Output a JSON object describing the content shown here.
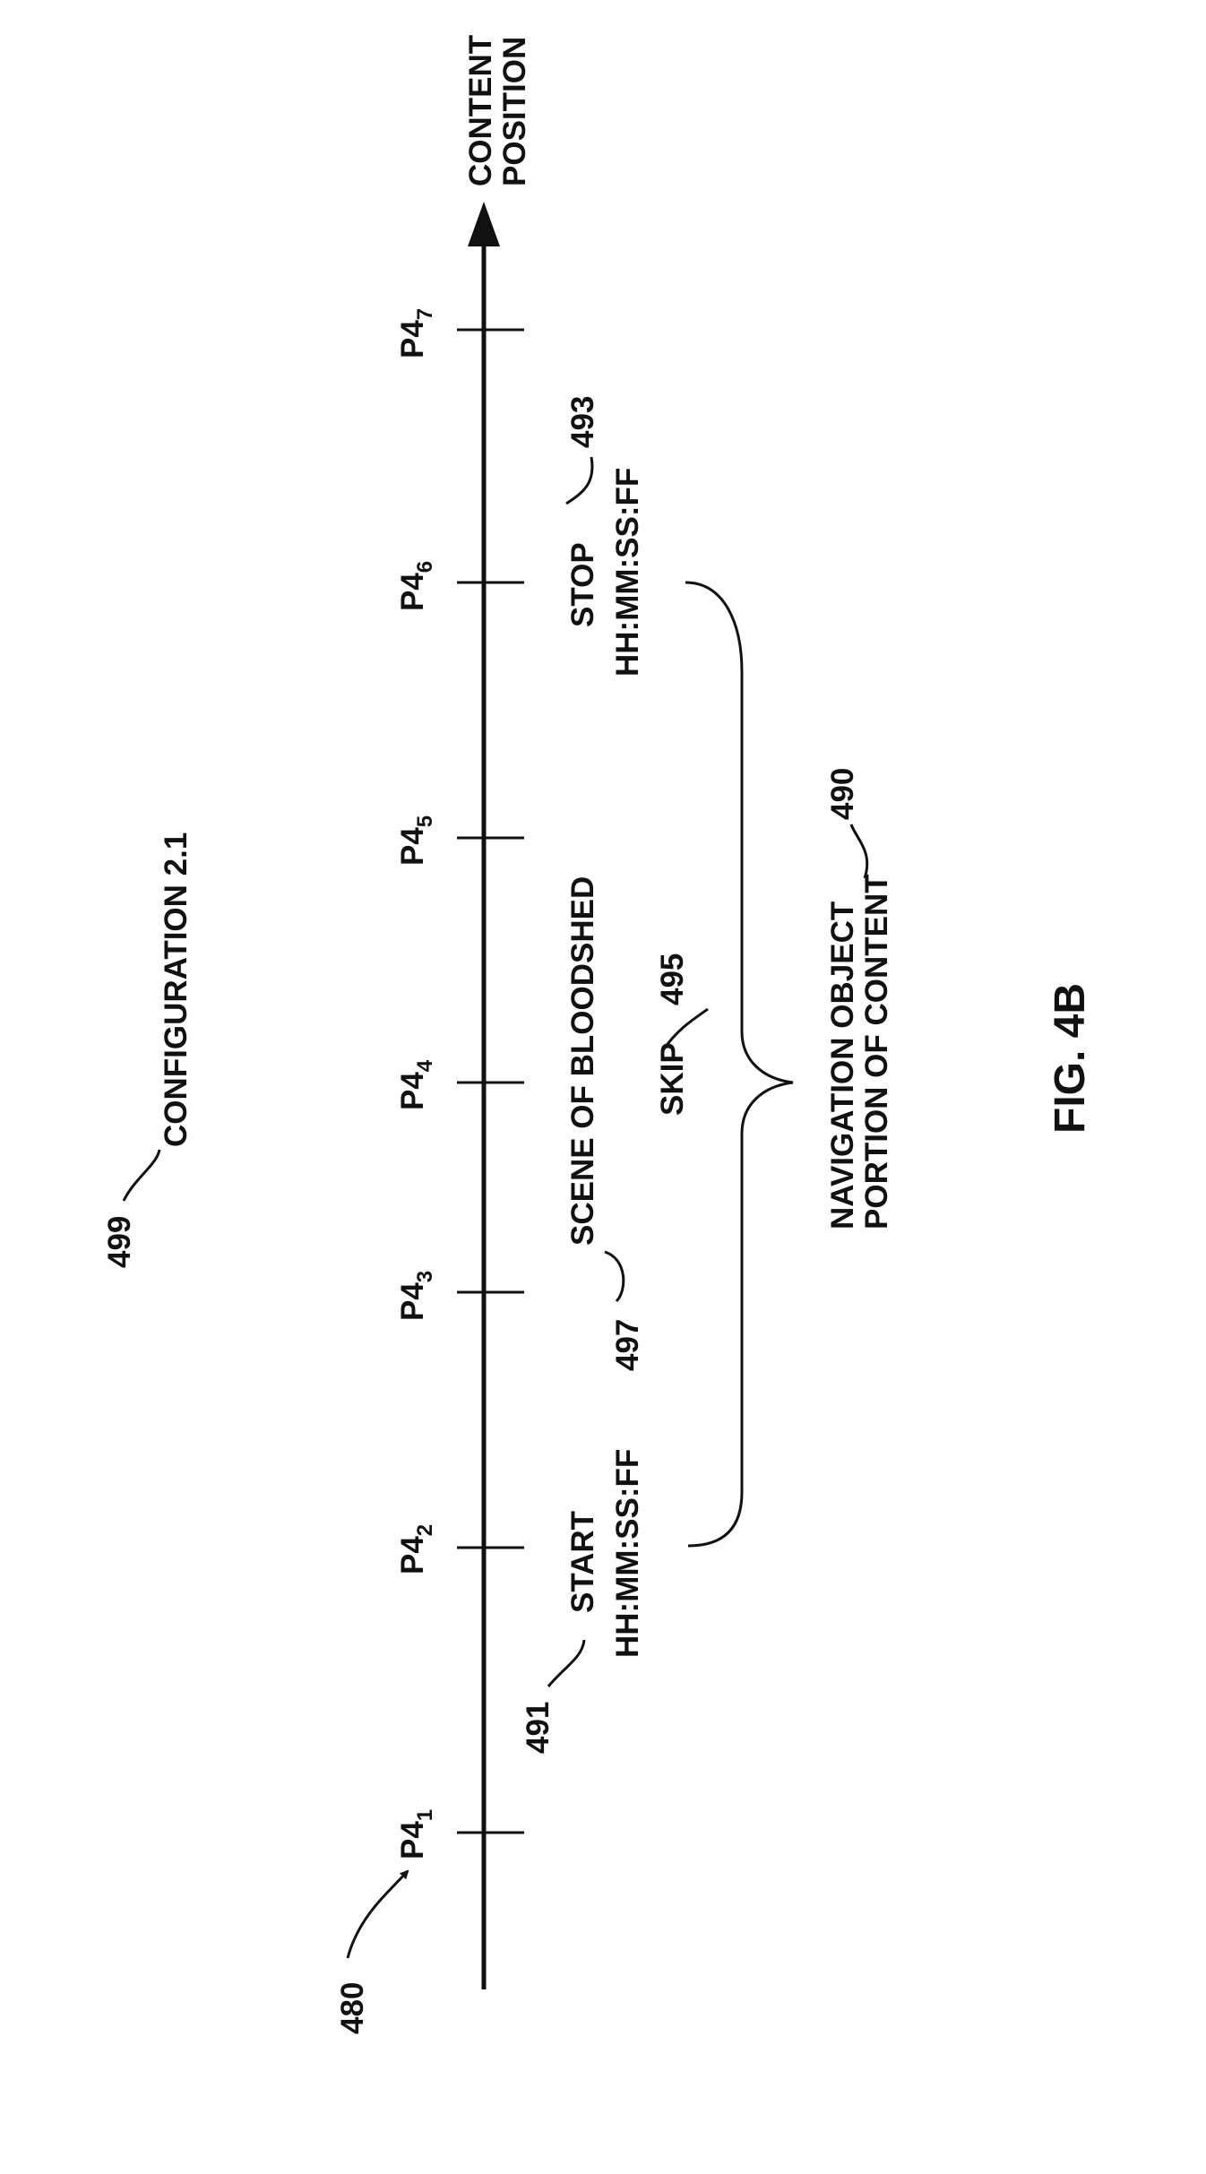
{
  "figure": {
    "ref_configuration": "499",
    "configuration_label": "CONFIGURATION 2.1",
    "ref_axis": "480",
    "axis_label_line1": "CONTENT",
    "axis_label_line2": "POSITION",
    "caption": "FIG. 4B"
  },
  "positions": [
    {
      "base": "P4",
      "sub": "1"
    },
    {
      "base": "P4",
      "sub": "2"
    },
    {
      "base": "P4",
      "sub": "3"
    },
    {
      "base": "P4",
      "sub": "4"
    },
    {
      "base": "P4",
      "sub": "5"
    },
    {
      "base": "P4",
      "sub": "6"
    },
    {
      "base": "P4",
      "sub": "7"
    }
  ],
  "annotations": {
    "start_ref": "491",
    "start_label": "START",
    "start_time": "HH:MM:SS:FF",
    "scene_ref": "497",
    "scene_label": "SCENE OF BLOODSHED",
    "skip_ref": "495",
    "skip_label": "SKIP",
    "stop_ref": "493",
    "stop_label": "STOP",
    "stop_time": "HH:MM:SS:FF",
    "nav_ref": "490",
    "nav_line1": "NAVIGATION OBJECT",
    "nav_line2": "PORTION OF CONTENT"
  }
}
